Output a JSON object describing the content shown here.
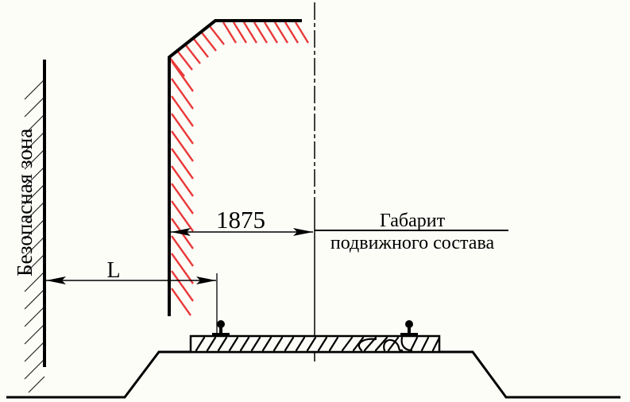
{
  "colors": {
    "ink": "#000000",
    "hatch_red": "#e93a3a",
    "background": "#fdfdf8"
  },
  "labels": {
    "safe_zone": "Безопасная зона",
    "offset_dimension": "1875",
    "clearance_line1": "Габарит",
    "clearance_line2": "подвижного состава",
    "distance_dimension": "L"
  }
}
